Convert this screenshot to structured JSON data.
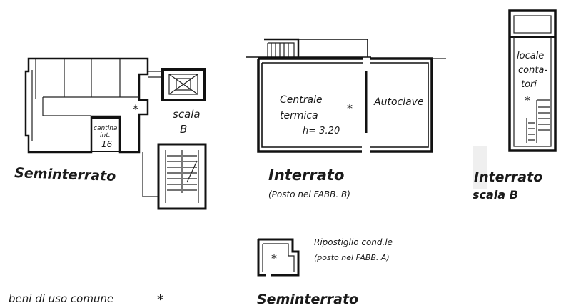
{
  "labels": {
    "seminterrato_left": "Seminterrato",
    "scala_word": "scala",
    "scala_letter": "B",
    "cantina_line1": "cantina",
    "cantina_line2": "int.",
    "cantina_line3": "16",
    "interrato_title": "Interrato",
    "interrato_sub": "(Posto nel FABB. B)",
    "centrale_line1": "Centrale",
    "centrale_line2": "termica",
    "centrale_height": "h= 3.20",
    "autoclave": "Autoclave",
    "locale_line1": "locale",
    "locale_line2": "conta-",
    "locale_line3": "tori",
    "interrato_right_title": "Interrato",
    "scala_b_right": "scala B",
    "ripostiglio_line1": "Ripostiglio cond.le",
    "ripostiglio_line2": "(posto nel FABB. A)",
    "seminterrato_bottom": "Seminterrato",
    "legend": "beni di uso comune",
    "star": "*"
  },
  "colors": {
    "ink": "#111111",
    "paper": "#ffffff"
  }
}
